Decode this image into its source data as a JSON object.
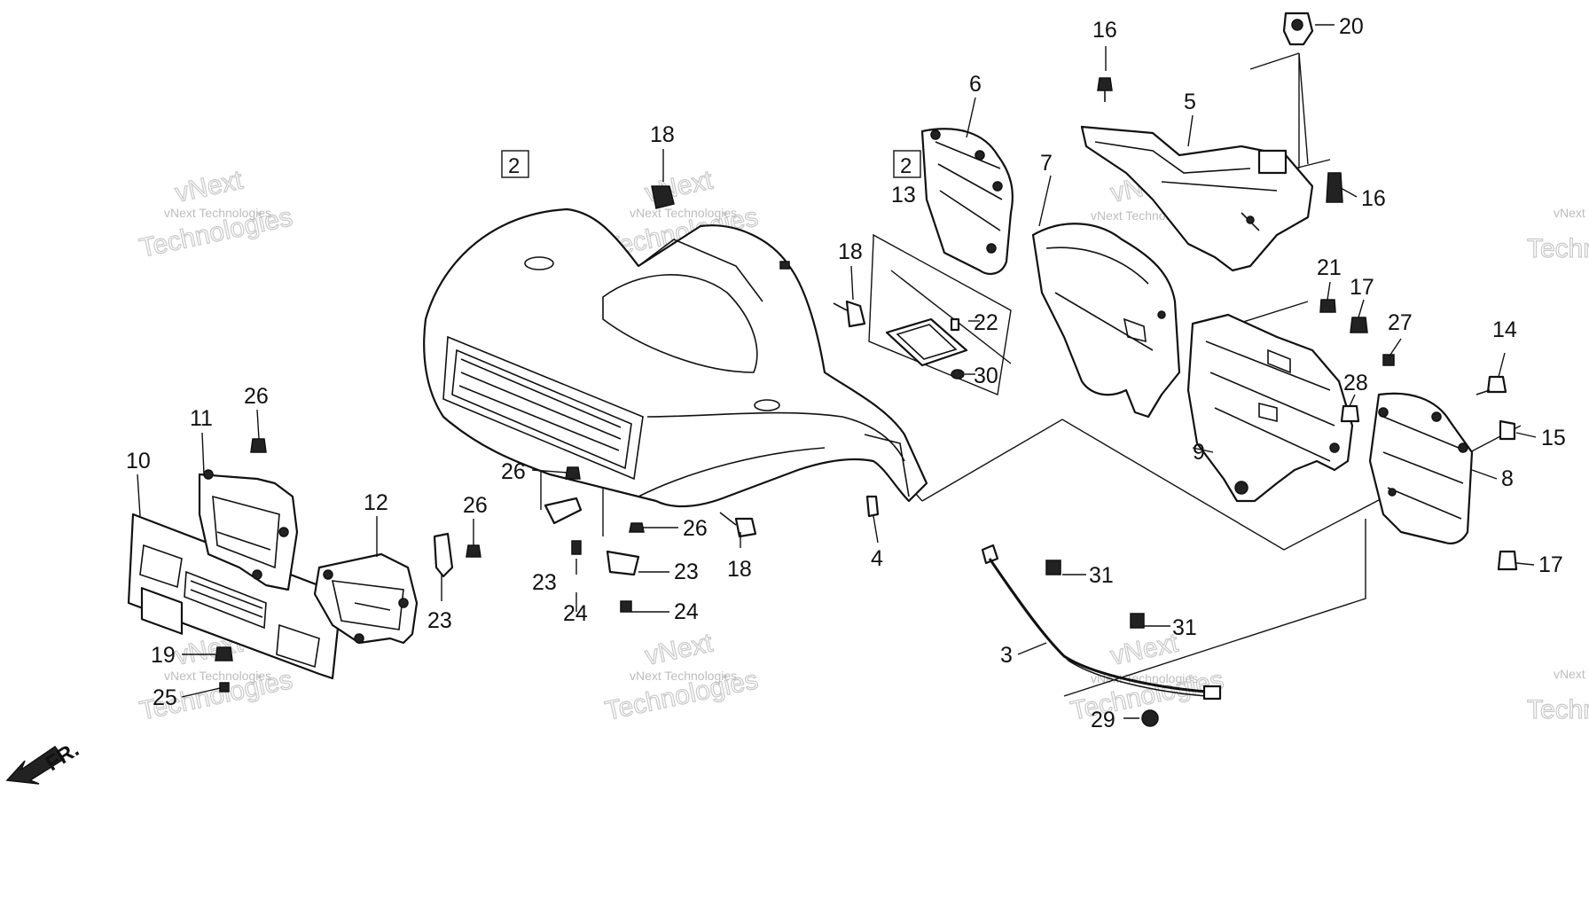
{
  "diagram": {
    "callouts": [
      {
        "id": "c2a",
        "label": "2",
        "boxed": true
      },
      {
        "id": "c2b",
        "label": "2",
        "boxed": true
      },
      {
        "id": "c3",
        "label": "3"
      },
      {
        "id": "c4",
        "label": "4"
      },
      {
        "id": "c5",
        "label": "5"
      },
      {
        "id": "c6",
        "label": "6"
      },
      {
        "id": "c7",
        "label": "7"
      },
      {
        "id": "c8",
        "label": "8"
      },
      {
        "id": "c9",
        "label": "9"
      },
      {
        "id": "c10",
        "label": "10"
      },
      {
        "id": "c11",
        "label": "11"
      },
      {
        "id": "c12",
        "label": "12"
      },
      {
        "id": "c13",
        "label": "13"
      },
      {
        "id": "c14",
        "label": "14"
      },
      {
        "id": "c15",
        "label": "15"
      },
      {
        "id": "c16a",
        "label": "16"
      },
      {
        "id": "c16b",
        "label": "16"
      },
      {
        "id": "c17a",
        "label": "17"
      },
      {
        "id": "c17b",
        "label": "17"
      },
      {
        "id": "c18a",
        "label": "18"
      },
      {
        "id": "c18b",
        "label": "18"
      },
      {
        "id": "c18c",
        "label": "18"
      },
      {
        "id": "c19",
        "label": "19"
      },
      {
        "id": "c20",
        "label": "20"
      },
      {
        "id": "c21",
        "label": "21"
      },
      {
        "id": "c22",
        "label": "22"
      },
      {
        "id": "c23a",
        "label": "23"
      },
      {
        "id": "c23b",
        "label": "23"
      },
      {
        "id": "c23c",
        "label": "23"
      },
      {
        "id": "c24a",
        "label": "24"
      },
      {
        "id": "c24b",
        "label": "24"
      },
      {
        "id": "c25",
        "label": "25"
      },
      {
        "id": "c26a",
        "label": "26"
      },
      {
        "id": "c26b",
        "label": "26"
      },
      {
        "id": "c26c",
        "label": "26"
      },
      {
        "id": "c26d",
        "label": "26"
      },
      {
        "id": "c27",
        "label": "27"
      },
      {
        "id": "c28",
        "label": "28"
      },
      {
        "id": "c29",
        "label": "29"
      },
      {
        "id": "c30",
        "label": "30"
      },
      {
        "id": "c31a",
        "label": "31"
      },
      {
        "id": "c31b",
        "label": "31"
      }
    ],
    "front_indicator": "FR.",
    "watermark": {
      "small": "vNext Technologies",
      "large_top": "vNext",
      "large_bottom": "Technologies"
    }
  }
}
